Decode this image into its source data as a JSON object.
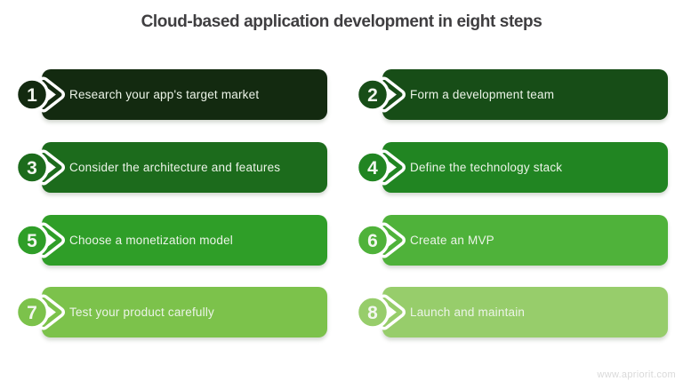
{
  "title": "Cloud-based application development in eight steps",
  "watermark": "www.apriorit.com",
  "steps": [
    {
      "num": "1",
      "label": "Research your app's target market",
      "color": "#132a10"
    },
    {
      "num": "2",
      "label": "Form a development team",
      "color": "#174d17"
    },
    {
      "num": "3",
      "label": "Consider the architecture and features",
      "color": "#1c6b1c"
    },
    {
      "num": "4",
      "label": "Define the technology stack",
      "color": "#218522"
    },
    {
      "num": "5",
      "label": "Choose a monetization model",
      "color": "#2f9e28"
    },
    {
      "num": "6",
      "label": "Create an MVP",
      "color": "#4fb23a"
    },
    {
      "num": "7",
      "label": "Test your product carefully",
      "color": "#7cc24b"
    },
    {
      "num": "8",
      "label": "Launch and maintain",
      "color": "#97cd6b"
    }
  ]
}
